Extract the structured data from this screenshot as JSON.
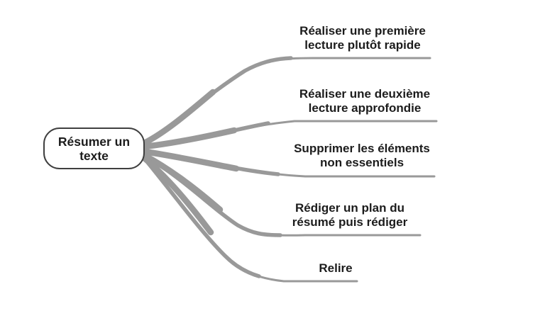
{
  "mindmap": {
    "root": {
      "label": "Résumer un\ntexte"
    },
    "branches": [
      {
        "label": "Réaliser une première\nlecture plutôt rapide"
      },
      {
        "label": "Réaliser une deuxième\nlecture approfondie"
      },
      {
        "label": "Supprimer les éléments\nnon essentiels"
      },
      {
        "label": "Rédiger un plan du\nrésumé puis rédiger"
      },
      {
        "label": "Relire"
      }
    ],
    "colors": {
      "branch": "#999999",
      "text": "#1c1c1c",
      "node_border": "#3f3f3f",
      "node_fill": "#ffffff",
      "bg": "#ffffff"
    }
  }
}
